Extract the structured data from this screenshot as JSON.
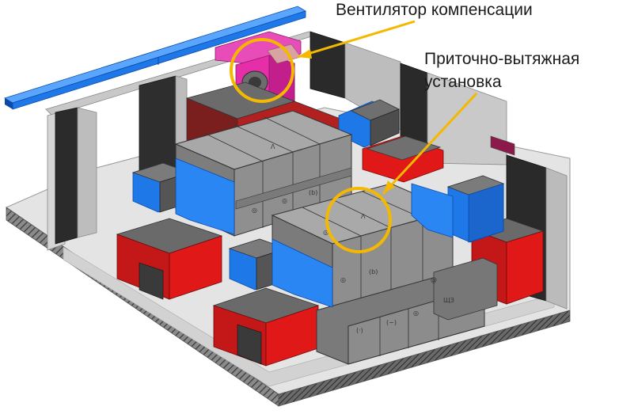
{
  "annotations": {
    "fan_label": "Вентилятор компенсации",
    "ahu_label_line1": "Приточно-вытяжная",
    "ahu_label_line2": "установка"
  },
  "colors": {
    "highlight": "#f5b800",
    "supply_duct": "#1f78e8",
    "exhaust_duct": "#e01818",
    "fan_duct": "#e62ea8",
    "unit_casing": "#8f8f8f",
    "floor": "#e4e4e4"
  }
}
